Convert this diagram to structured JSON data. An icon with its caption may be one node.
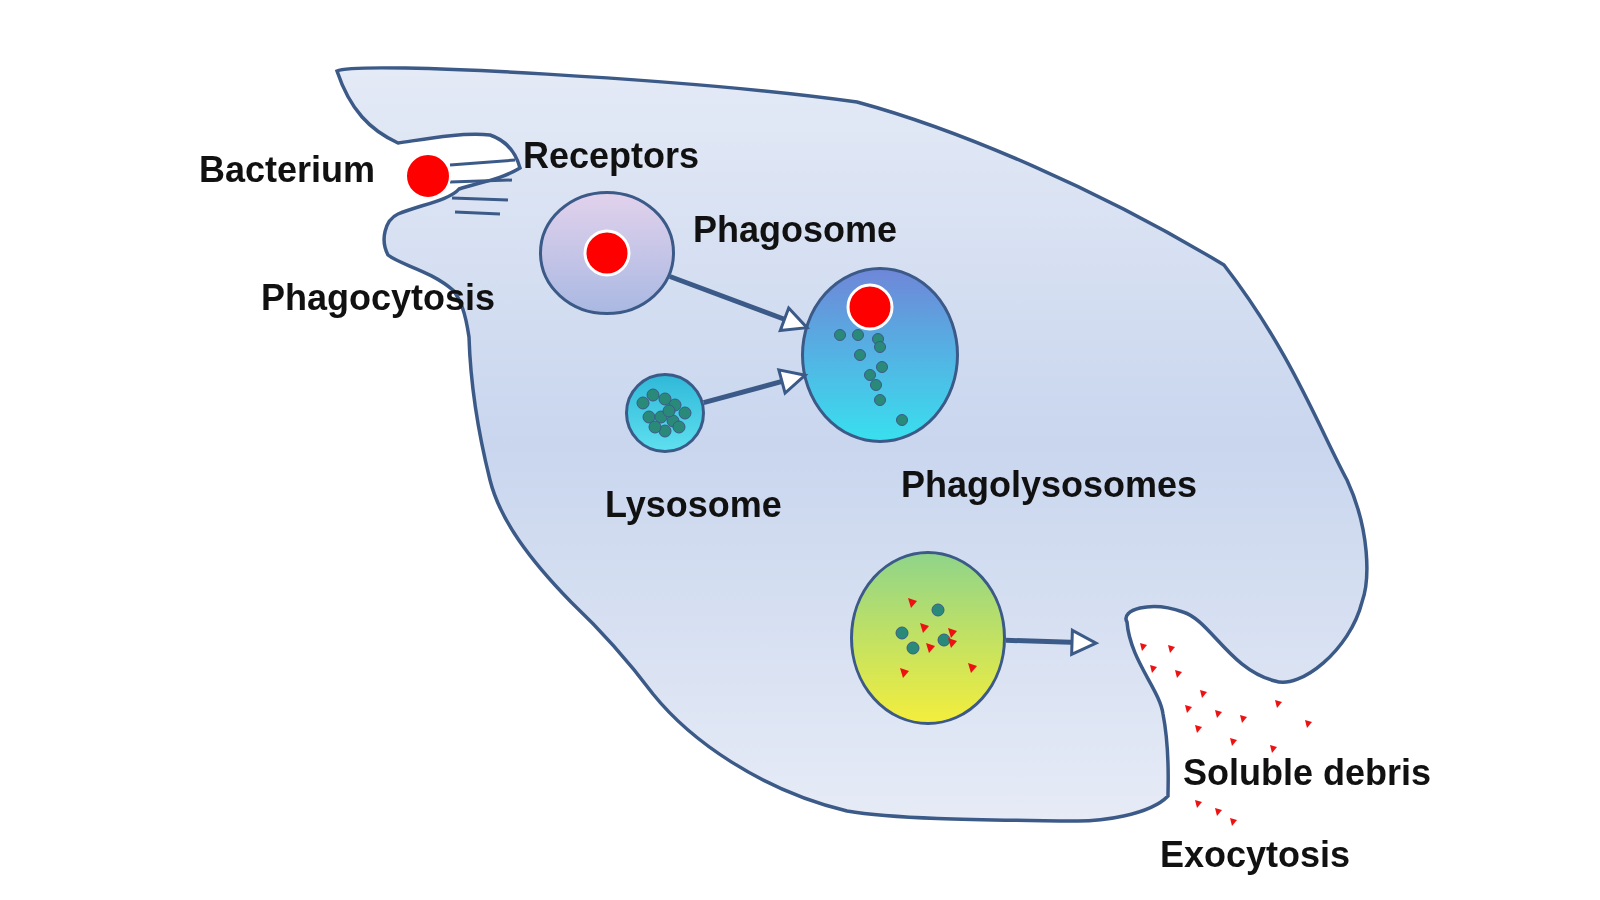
{
  "diagram": {
    "nodes": [
      {
        "text": [],
        "shape": "circle",
        "beside": [
          "Phagosome"
        ]
      },
      {
        "text": [],
        "shape": "circle",
        "beside": [
          "Lysosome"
        ]
      },
      {
        "text": [],
        "shape": "circle",
        "beside": [
          "Phagolysosomes"
        ]
      },
      {
        "text": [],
        "shape": "circle"
      }
    ],
    "edges": [
      {
        "from": 0,
        "to": 2,
        "arrow": "to"
      },
      {
        "from": 1,
        "to": 2,
        "arrow": "to"
      },
      {
        "from": 3,
        "to": null,
        "arrow": "to"
      }
    ],
    "labels": [
      "Bacterium",
      "Receptors",
      "Phagocytosis",
      "Soluble debris",
      "Exocytosis"
    ]
  }
}
